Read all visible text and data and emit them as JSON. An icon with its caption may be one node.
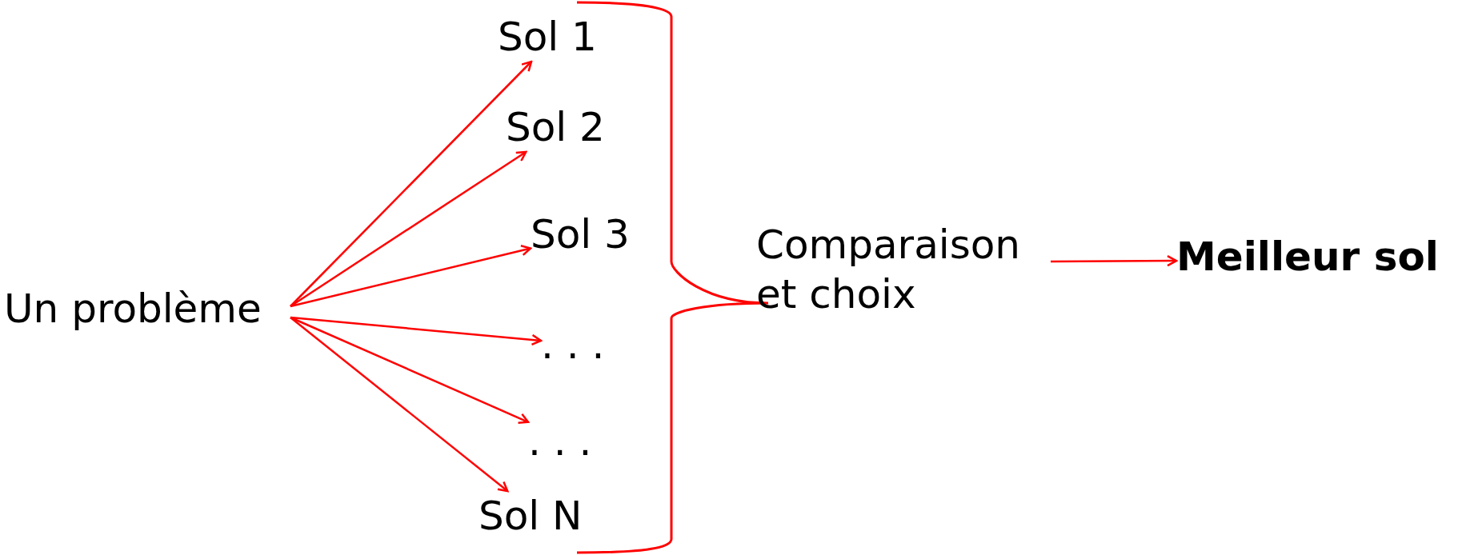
{
  "diagram": {
    "nodes": [
      {
        "text": [
          "Un problème"
        ]
      },
      {
        "text": [
          "Sol 1"
        ]
      },
      {
        "text": [
          "Sol 2"
        ]
      },
      {
        "text": [
          "Sol 3"
        ]
      },
      {
        "text": [
          ". . ."
        ]
      },
      {
        "text": [
          ". . ."
        ]
      },
      {
        "text": [
          "Sol N"
        ]
      },
      {
        "text": [
          "Comparaison et choix"
        ]
      },
      {
        "text": [
          "Meilleur sol"
        ]
      }
    ],
    "edges": [
      {
        "from": 0,
        "to": 1,
        "arrow": "to"
      },
      {
        "from": 0,
        "to": 2,
        "arrow": "to"
      },
      {
        "from": 0,
        "to": 3,
        "arrow": "to"
      },
      {
        "from": 0,
        "to": 4,
        "arrow": "to"
      },
      {
        "from": 0,
        "to": 5,
        "arrow": "to"
      },
      {
        "from": 0,
        "to": 6,
        "arrow": "to"
      },
      {
        "from": 7,
        "to": 8,
        "arrow": "to"
      }
    ]
  }
}
